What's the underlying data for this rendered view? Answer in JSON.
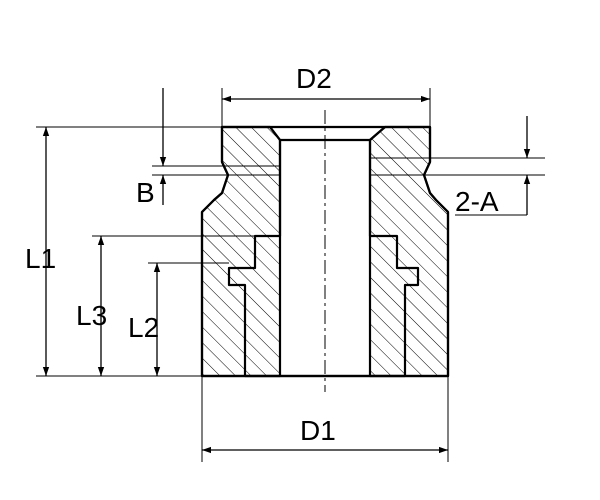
{
  "drawing": {
    "labels": {
      "d2": "D2",
      "d1": "D1",
      "l1": "L1",
      "l3": "L3",
      "l2": "L2",
      "b": "B",
      "a": "2-A"
    }
  }
}
